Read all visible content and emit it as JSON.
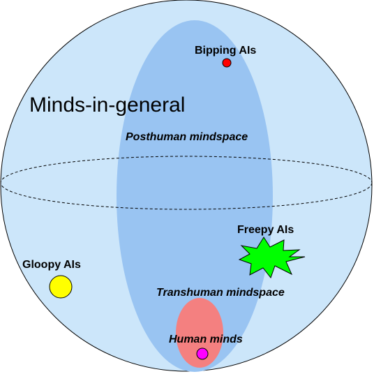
{
  "diagram": {
    "labels": {
      "minds_in_general": "Minds-in-general",
      "posthuman": "Posthuman mindspace",
      "transhuman": "Transhuman mindspace",
      "human": "Human minds",
      "bipping": "Bipping AIs",
      "freepy": "Freepy AIs",
      "gloopy": "Gloopy AIs"
    },
    "colors": {
      "sphere_fill": "#cce6fa",
      "posthuman_fill": "#99c4f2",
      "transhuman_fill": "#f48080",
      "human_fill": "#ff00ff",
      "bipping_fill": "#ff0000",
      "freepy_fill": "#00ff00",
      "gloopy_fill": "#ffff00",
      "outline": "#000000"
    }
  }
}
